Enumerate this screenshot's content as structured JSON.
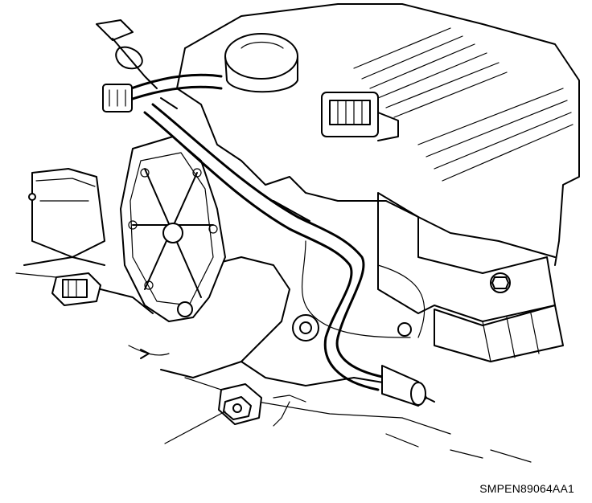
{
  "figure": {
    "caption_code": "SMPEN89064AA1"
  },
  "colors": {
    "line": "#000000",
    "background": "#ffffff"
  },
  "icons": [
    "engine-block",
    "oil-fill-cap",
    "throttle-body",
    "dipstick",
    "wiring-harness",
    "electrical-connector",
    "mounting-bolt",
    "hex-nut"
  ]
}
